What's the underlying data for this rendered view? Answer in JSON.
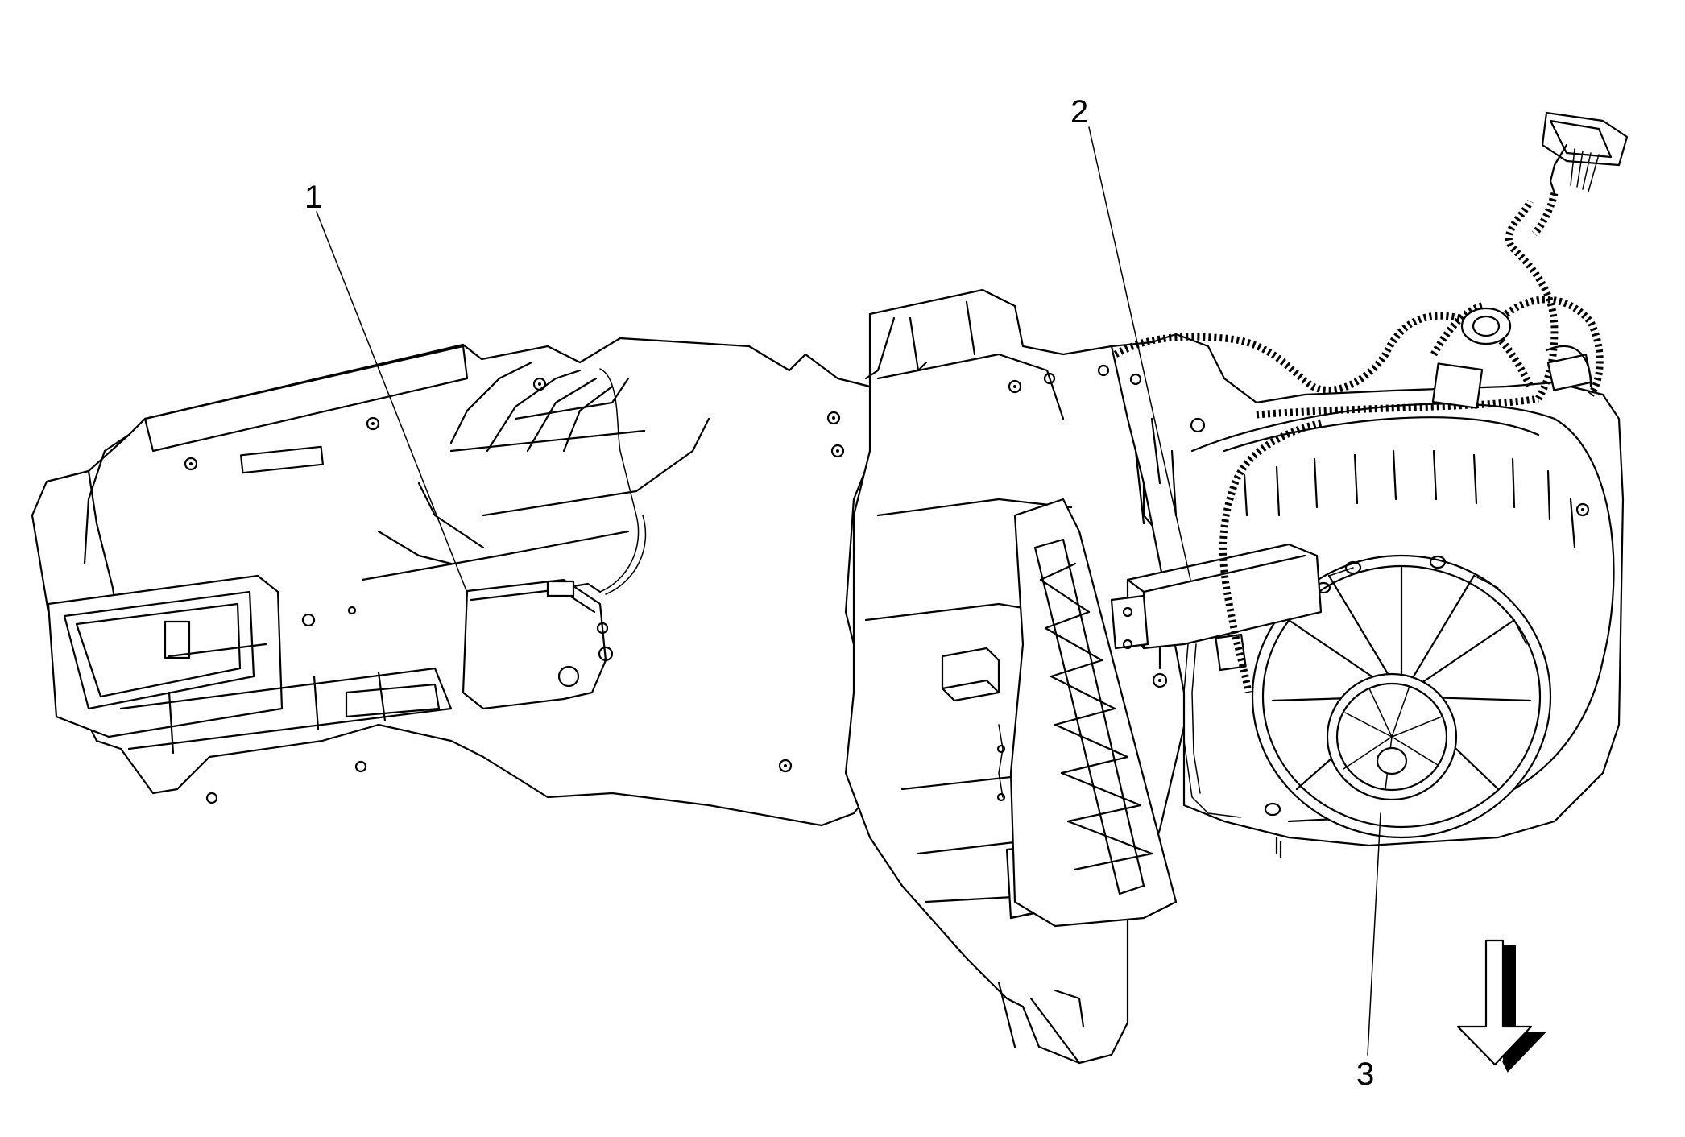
{
  "diagram": {
    "callouts": [
      {
        "id": "1",
        "label": "1",
        "part": "actuator"
      },
      {
        "id": "2",
        "label": "2",
        "part": "blower-motor-control-module"
      },
      {
        "id": "3",
        "label": "3",
        "part": "blower-motor"
      }
    ],
    "arrow": {
      "direction": "down"
    },
    "colors": {
      "line": "#000000",
      "background": "#ffffff"
    }
  }
}
